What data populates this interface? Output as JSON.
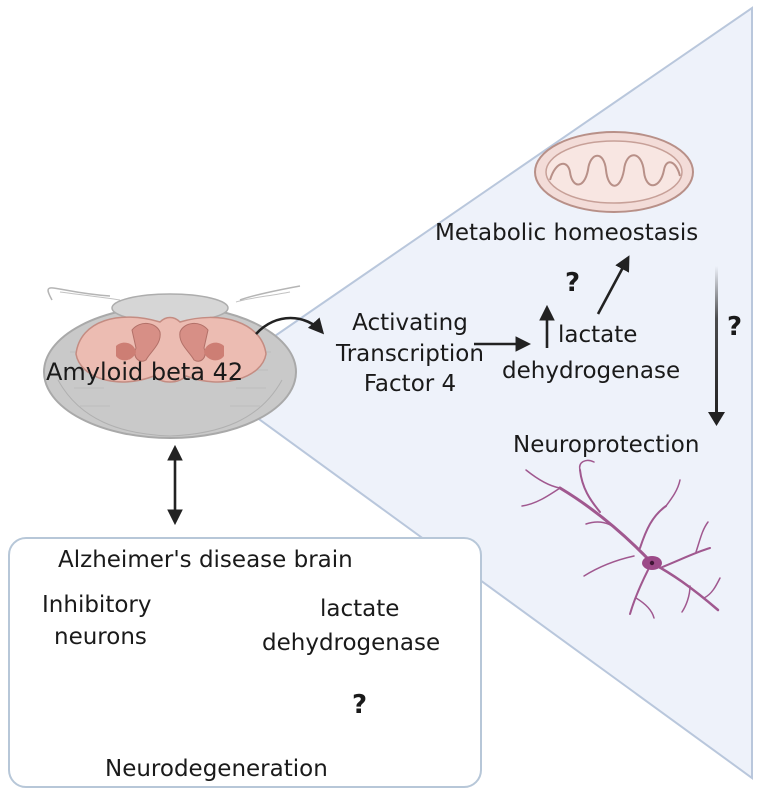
{
  "fly": {
    "label": "Amyloid beta 42"
  },
  "pathway": {
    "atf4": [
      "Activating",
      "Transcription",
      "Factor 4"
    ],
    "ldh_line1": "lactate",
    "ldh_line2": "dehydrogenase",
    "metabolic": "Metabolic homeostasis",
    "neuroprotection": "Neuroprotection",
    "question_mark": "?"
  },
  "ad_panel": {
    "title": "Alzheimer's disease brain",
    "inhibitory": [
      "Inhibitory",
      "neurons"
    ],
    "ldh_line1": "lactate",
    "ldh_line2": "dehydrogenase",
    "neurodegeneration": "Neurodegeneration",
    "question_mark": "?"
  },
  "colors": {
    "zoom_fill": "#eef2fa",
    "zoom_stroke": "#b9c7dc",
    "panel_border": "#b7c7d8",
    "mito_fill": "#f3dcd8",
    "mito_stroke": "#b89088",
    "neuron": "#a0588f",
    "arrow": "#222222",
    "fly_head": "#c9c9c9",
    "brain": "#ecbcb2"
  }
}
